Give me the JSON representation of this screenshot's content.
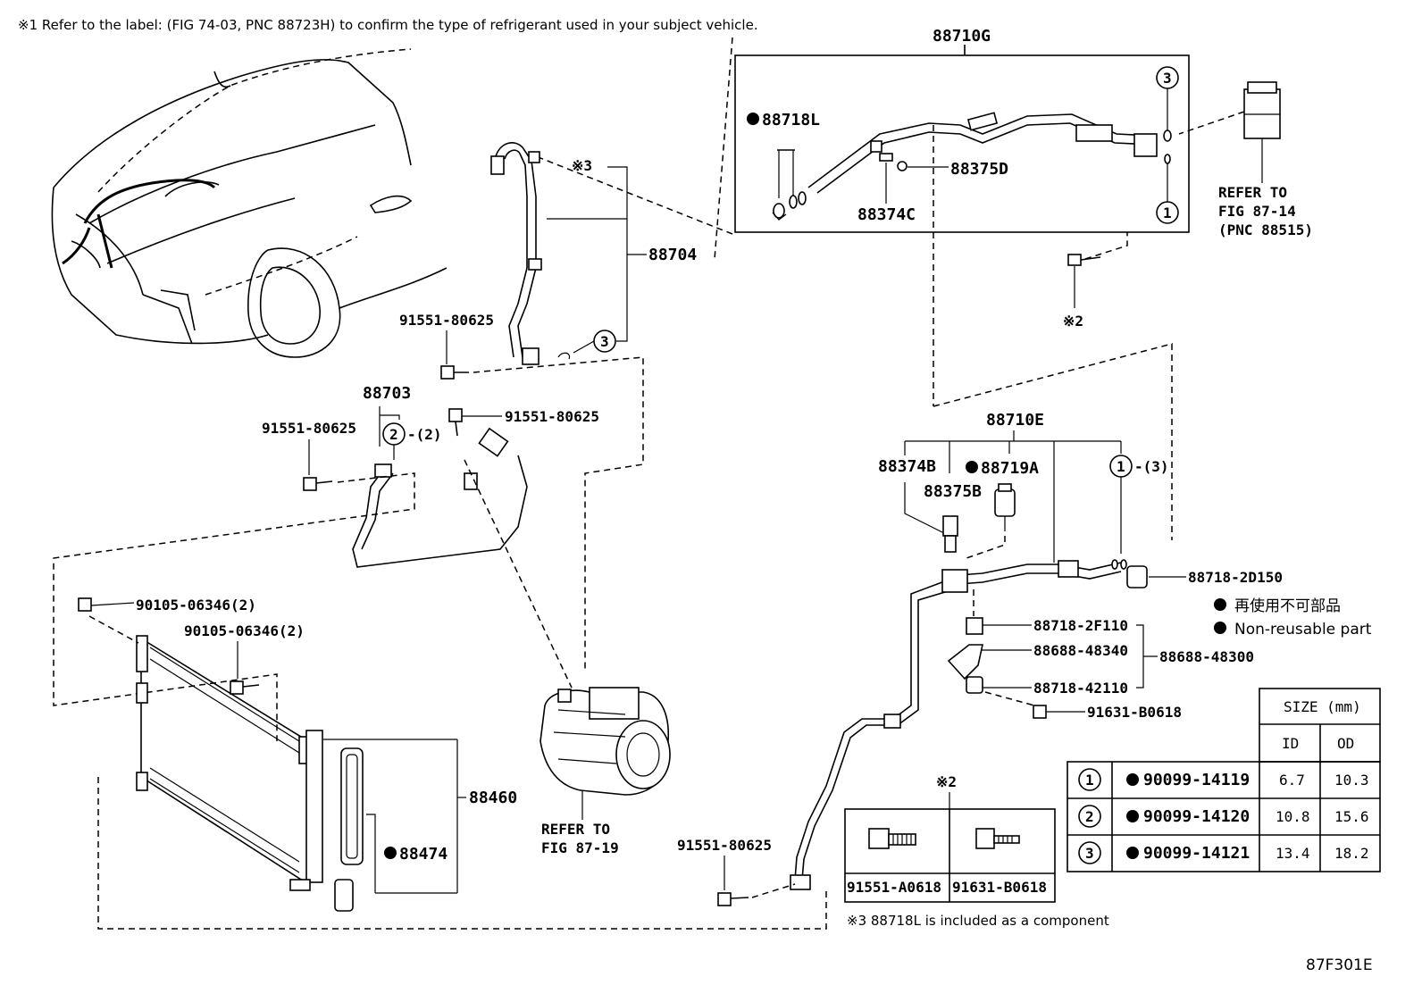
{
  "header_note": "※1 Refer to the label: (FIG 74-03, PNC 88723H) to confirm the type of refrigerant used in your subject vehicle.",
  "figure_code": "87F301E",
  "footnote_3": "※3 88718L is included as a component",
  "legend": {
    "jp": "再使用不可部品",
    "en": "Non-reusable part"
  },
  "callouts": {
    "p88710G": "88710G",
    "p88718L": "88718L",
    "p88375D": "88375D",
    "p88374C": "88374C",
    "refer_87_14_a": "REFER TO",
    "refer_87_14_b": "FIG 87-14",
    "refer_87_14_c": "(PNC 88515)",
    "mark2": "※2",
    "mark3": "※3",
    "p88704": "88704",
    "b91551_1": "91551-80625",
    "b91551_2": "91551-80625",
    "b91551_3": "91551-80625",
    "b91551_4": "91551-80625",
    "p88703": "88703",
    "qty2": "-(2)",
    "qty3": "-(3)",
    "p88710E": "88710E",
    "p88374B": "88374B",
    "p88375B": "88375B",
    "p88719A": "88719A",
    "p88718_2D150": "88718-2D150",
    "p88718_2F110": "88718-2F110",
    "p88688_48340": "88688-48340",
    "p88688_48300": "88688-48300",
    "p88718_42110": "88718-42110",
    "p91631_B0618": "91631-B0618",
    "p90105_a": "90105-06346(2)",
    "p90105_b": "90105-06346(2)",
    "p88460": "88460",
    "p88474": "88474",
    "refer_87_19_a": "REFER TO",
    "refer_87_19_b": "FIG 87-19",
    "c1": "1",
    "c2": "2",
    "c3": "3"
  },
  "bolt_box": {
    "mark": "※2",
    "left_part": "91551-A0618",
    "right_part": "91631-B0618"
  },
  "size_table": {
    "title": "SIZE (mm)",
    "col_id": "ID",
    "col_od": "OD",
    "rows": [
      {
        "num": "1",
        "part": "90099-14119",
        "id": "6.7",
        "od": "10.3"
      },
      {
        "num": "2",
        "part": "90099-14120",
        "id": "10.8",
        "od": "15.6"
      },
      {
        "num": "3",
        "part": "90099-14121",
        "id": "13.4",
        "od": "18.2"
      }
    ]
  }
}
